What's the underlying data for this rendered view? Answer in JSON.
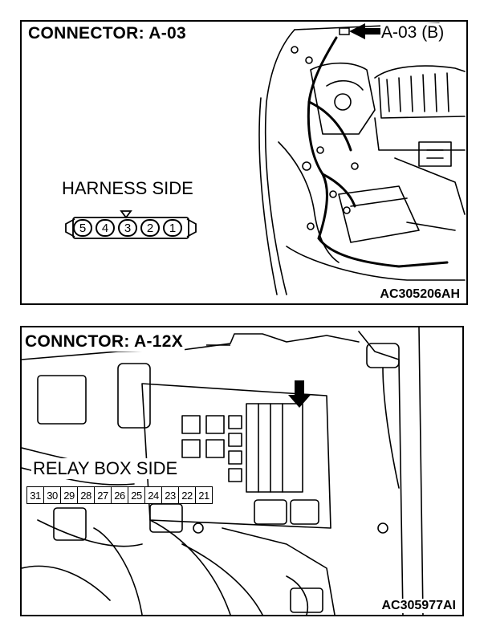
{
  "top_panel": {
    "title": "CONNECTOR: A-03",
    "callout": "A-03 (B)",
    "harness_label": "HARNESS SIDE",
    "pins": [
      "5",
      "4",
      "3",
      "2",
      "1"
    ],
    "figure_id": "AC305206AH"
  },
  "bottom_panel": {
    "title": "CONNCTOR: A-12X",
    "relay_label": "RELAY BOX SIDE",
    "pins": [
      "31",
      "30",
      "29",
      "28",
      "27",
      "26",
      "25",
      "24",
      "23",
      "22",
      "21"
    ],
    "figure_id": "AC305977AI"
  }
}
